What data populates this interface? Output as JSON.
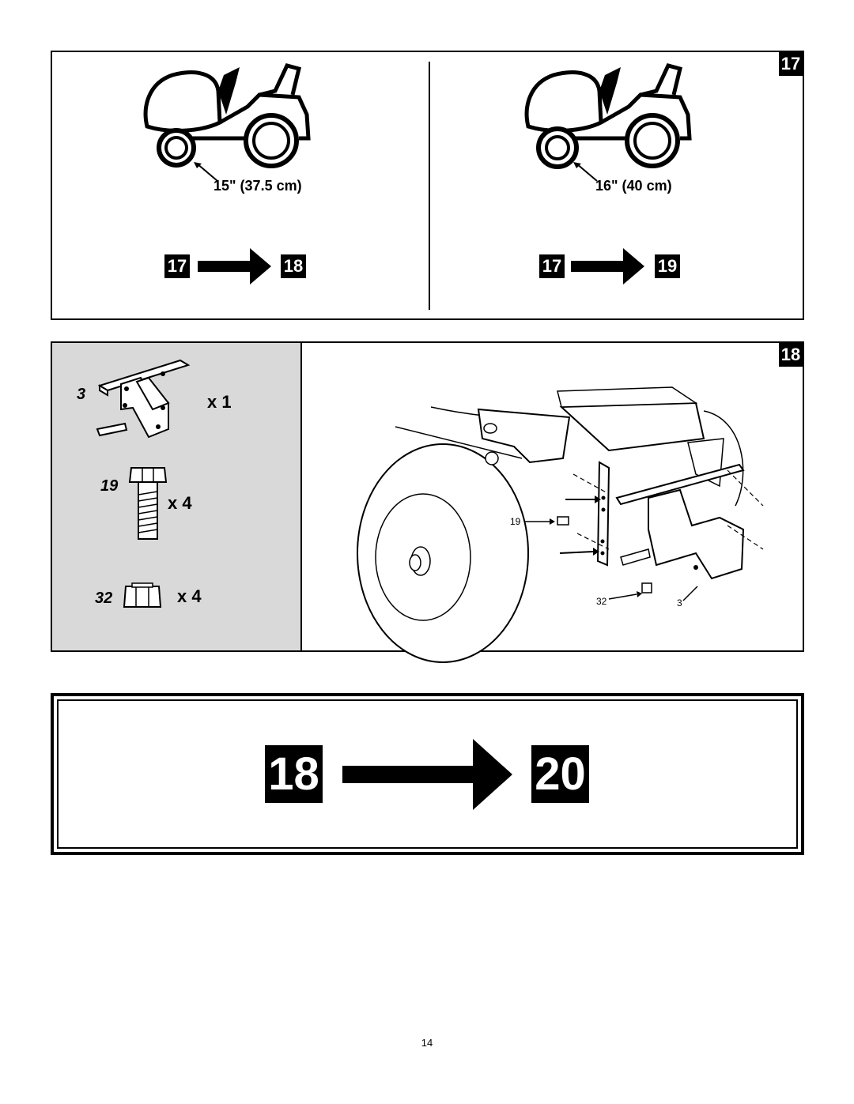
{
  "panel17": {
    "step": "17",
    "left": {
      "wheel_size": "15\" (37.5 cm)",
      "from_step": "17",
      "to_step": "18"
    },
    "right": {
      "wheel_size": "16\" (40 cm)",
      "from_step": "17",
      "to_step": "19"
    }
  },
  "panel18": {
    "step": "18",
    "parts": [
      {
        "ref": "3",
        "qty": "x 1",
        "icon": "mounting-bracket-icon"
      },
      {
        "ref": "19",
        "qty": "x 4",
        "icon": "hex-bolt-icon"
      },
      {
        "ref": "32",
        "qty": "x 4",
        "icon": "hex-nut-icon"
      }
    ],
    "callouts": {
      "bolt": "19",
      "nut": "32",
      "bracket": "3"
    }
  },
  "navigation": {
    "from_step": "18",
    "to_step": "20"
  },
  "footer": {
    "page_number": "14"
  },
  "colors": {
    "parts_background": "#d9d9d9",
    "badge": "#000000"
  }
}
